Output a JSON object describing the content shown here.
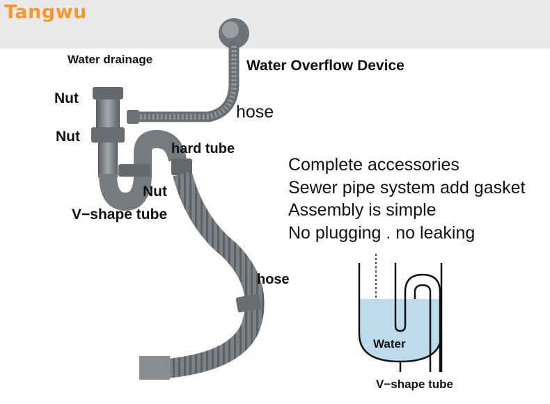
{
  "brand": "Tangwu",
  "labels": {
    "water_drainage": "Water drainage",
    "overflow_device": "Water Overflow Device",
    "nut": "Nut",
    "hose": "hose",
    "hard_tube": "hard tube",
    "v_shape_tube": "V−shape tube",
    "water": "Water"
  },
  "features": [
    "Complete accessories",
    "Sewer pipe system add gasket",
    "Assembly is simple",
    "No plugging  .  no leaking"
  ],
  "colors": {
    "brand": "#f29a2e",
    "pipe": "#7d8184",
    "water": "#bcdcec",
    "topbar": "#e9e9e9"
  }
}
